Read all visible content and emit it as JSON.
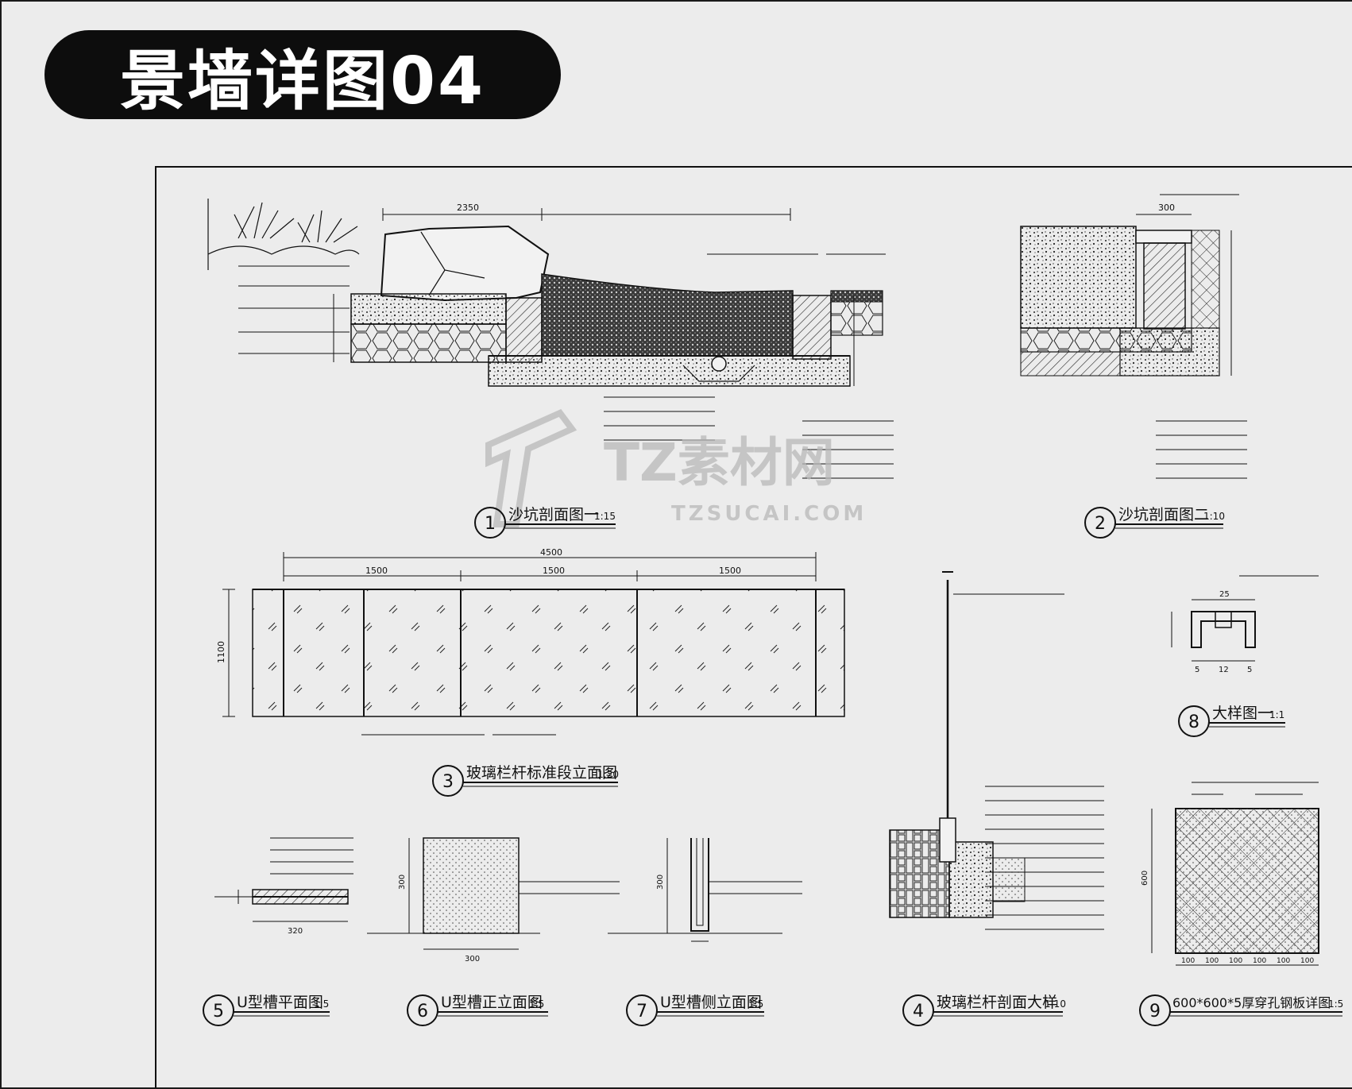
{
  "page": {
    "title": "景墙详图04",
    "watermark": {
      "brand": "TZ素材网",
      "url": "TZSUCAI.COM"
    }
  },
  "details": [
    {
      "num": "1",
      "title": "沙坑剖面图一",
      "scale": "1:15"
    },
    {
      "num": "2",
      "title": "沙坑剖面图二",
      "scale": "1:10"
    },
    {
      "num": "3",
      "title": "玻璃栏杆标准段立面图",
      "scale": "1:20"
    },
    {
      "num": "8",
      "title": "大样图一",
      "scale": "1:1"
    },
    {
      "num": "5",
      "title": "U型槽平面图",
      "scale": "1:5"
    },
    {
      "num": "6",
      "title": "U型槽正立面图",
      "scale": "1:5"
    },
    {
      "num": "7",
      "title": "U型槽侧立面图",
      "scale": "1:5"
    },
    {
      "num": "4",
      "title": "玻璃栏杆剖面大样",
      "scale": "1:10"
    },
    {
      "num": "9",
      "title": "600*600*5厚穿孔钢板详图",
      "scale": "1:5"
    }
  ],
  "dims": {
    "d3_total": "4500",
    "d3_seg1": "1500",
    "d3_seg2": "1500",
    "d3_seg3": "1500",
    "d3_height": "1100",
    "d1_top_a": "2350",
    "d2_top": "300",
    "d8_top": "25",
    "d8_bot": [
      "5",
      "12",
      "5"
    ],
    "d6_h": "300",
    "d6_w": "300",
    "d5_w": "320",
    "d7_h": "300",
    "d9_side": "600",
    "d9_bottom": [
      "100",
      "100",
      "100",
      "100",
      "100",
      "100"
    ]
  },
  "colors": {
    "ink": "#111111",
    "paper": "#ececec",
    "badge": "#0d0d0d",
    "watermark": "#b9b9b9"
  }
}
